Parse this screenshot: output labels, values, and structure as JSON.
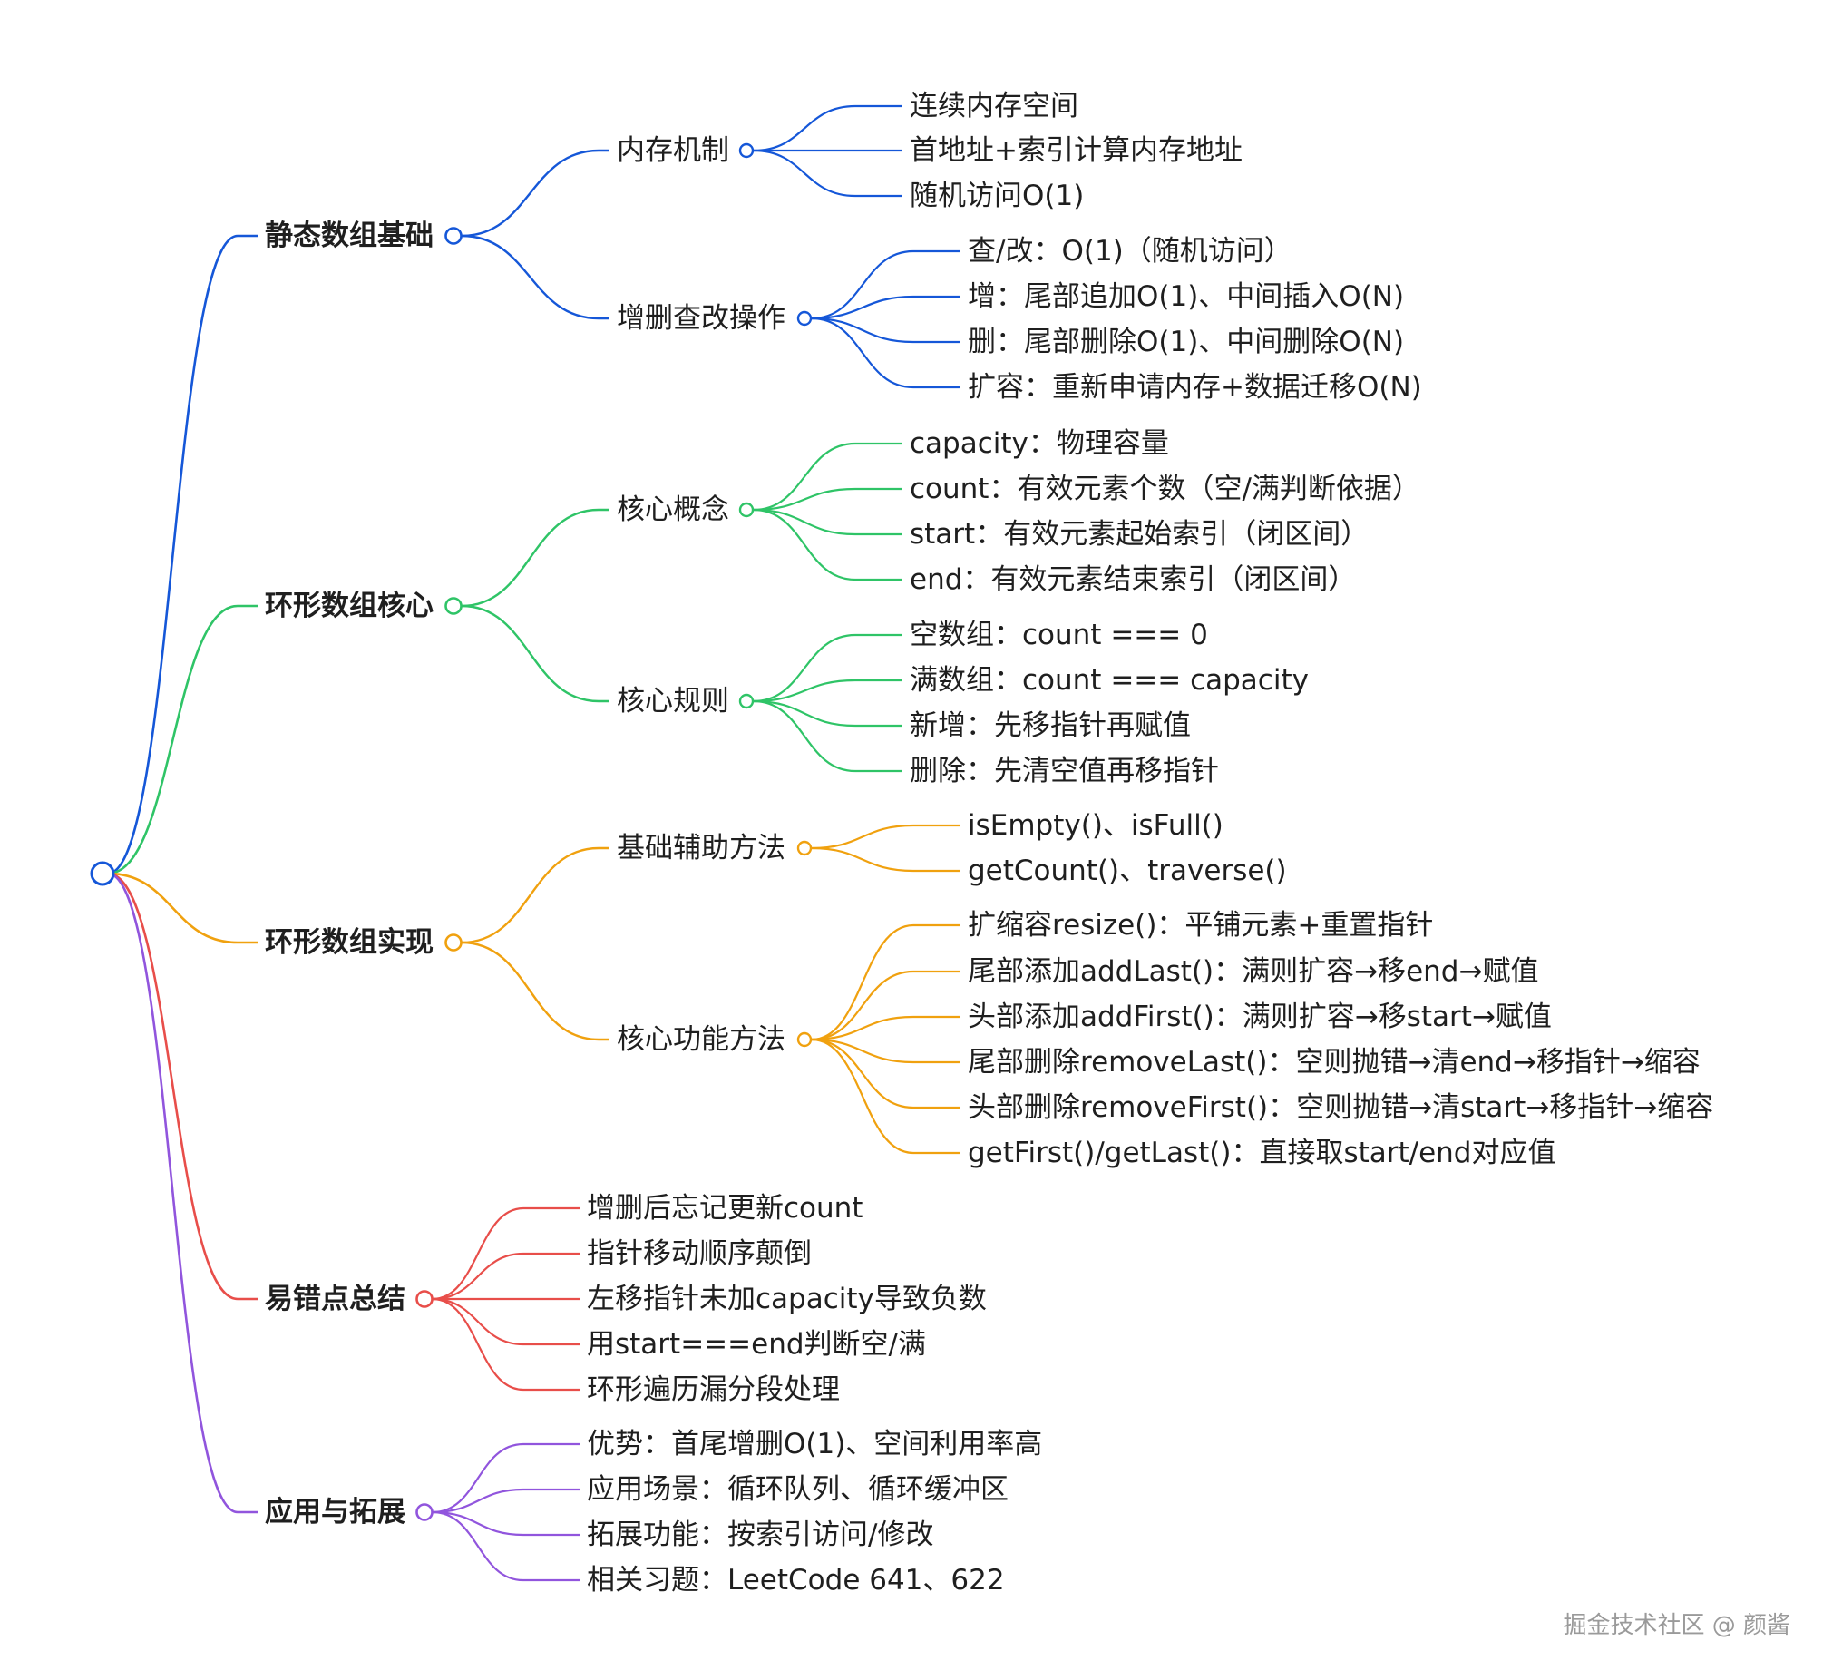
{
  "colors": {
    "root": "#1557d8",
    "branch_1": "#1557d8",
    "branch_2": "#2fc467",
    "branch_3": "#f0a10f",
    "branch_4": "#e84e4a",
    "branch_5": "#9155dd",
    "text": "#1f1f1f",
    "watermark": "#9a9a9a"
  },
  "mindmap": {
    "branches": [
      {
        "label": "静态数组基础",
        "children": [
          {
            "label": "内存机制",
            "children": [
              "连续内存空间",
              "首地址+索引计算内存地址",
              "随机访问O(1)"
            ]
          },
          {
            "label": "增删查改操作",
            "children": [
              "查/改：O(1)（随机访问）",
              "增：尾部追加O(1)、中间插入O(N)",
              "删：尾部删除O(1)、中间删除O(N)",
              "扩容：重新申请内存+数据迁移O(N)"
            ]
          }
        ]
      },
      {
        "label": "环形数组核心",
        "children": [
          {
            "label": "核心概念",
            "children": [
              "capacity：物理容量",
              "count：有效元素个数（空/满判断依据）",
              "start：有效元素起始索引（闭区间）",
              "end：有效元素结束索引（闭区间）"
            ]
          },
          {
            "label": "核心规则",
            "children": [
              "空数组：count === 0",
              "满数组：count === capacity",
              "新增：先移指针再赋值",
              "删除：先清空值再移指针"
            ]
          }
        ]
      },
      {
        "label": "环形数组实现",
        "children": [
          {
            "label": "基础辅助方法",
            "children": [
              "isEmpty()、isFull()",
              "getCount()、traverse()"
            ]
          },
          {
            "label": "核心功能方法",
            "children": [
              "扩缩容resize()：平铺元素+重置指针",
              "尾部添加addLast()：满则扩容→移end→赋值",
              "头部添加addFirst()：满则扩容→移start→赋值",
              "尾部删除removeLast()：空则抛错→清end→移指针→缩容",
              "头部删除removeFirst()：空则抛错→清start→移指针→缩容",
              "getFirst()/getLast()：直接取start/end对应值"
            ]
          }
        ]
      },
      {
        "label": "易错点总结",
        "children": [
          "增删后忘记更新count",
          "指针移动顺序颠倒",
          "左移指针未加capacity导致负数",
          "用start===end判断空/满",
          "环形遍历漏分段处理"
        ]
      },
      {
        "label": "应用与拓展",
        "children": [
          "优势：首尾增删O(1)、空间利用率高",
          "应用场景：循环队列、循环缓冲区",
          "拓展功能：按索引访问/修改",
          "相关习题：LeetCode 641、622"
        ]
      }
    ]
  },
  "watermark": "掘金技术社区 @ 颜酱"
}
